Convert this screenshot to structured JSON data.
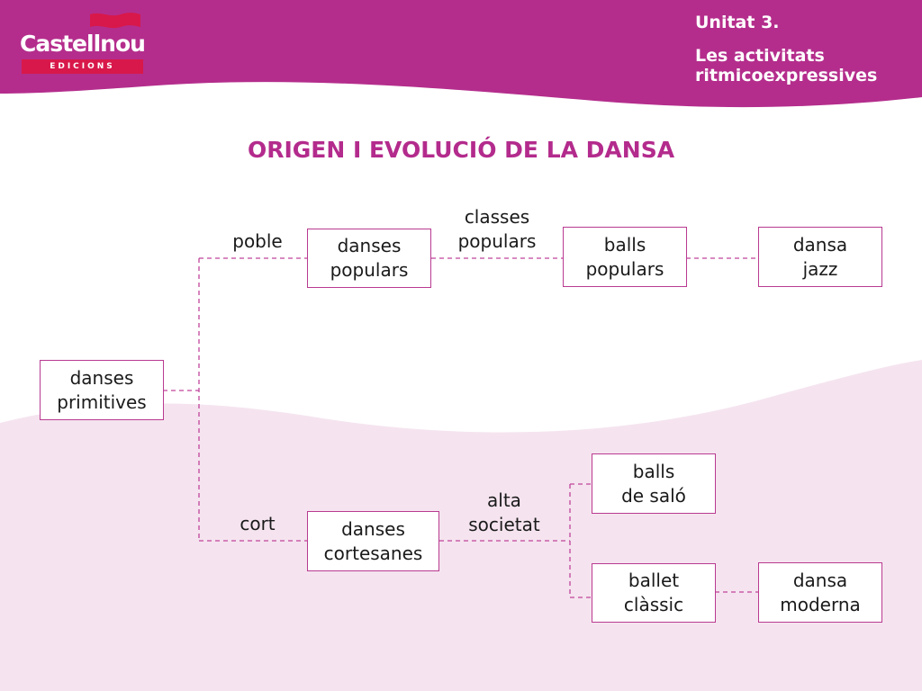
{
  "header": {
    "logo_text": "Castellnou",
    "logo_subtext": "EDICIONS",
    "unit_title": "Unitat 3.",
    "unit_subtitle": "Les activitats ritmicoexpressives"
  },
  "title": "ORIGEN I EVOLUCIÓ DE LA DANSA",
  "colors": {
    "header_magenta": "#b42d8c",
    "title_magenta": "#b32b8c",
    "box_border": "#b93a91",
    "connector": "#c0449a",
    "wave_pink": "#f5e4ef",
    "logo_red": "#d8184a"
  },
  "diagram": {
    "nodes": {
      "primitives": "danses\nprimitives",
      "populars": "danses\npopulars",
      "balls_populars": "balls\npopulars",
      "jazz": "dansa\njazz",
      "cortesanes": "danses\ncortesanes",
      "salo": "balls\nde saló",
      "classic": "ballet\nclàssic",
      "moderna": "dansa\nmoderna"
    },
    "labels": {
      "poble": "poble",
      "cort": "cort",
      "classes_populars": "classes\npopulars",
      "alta_societat": "alta\nsocietat"
    }
  }
}
